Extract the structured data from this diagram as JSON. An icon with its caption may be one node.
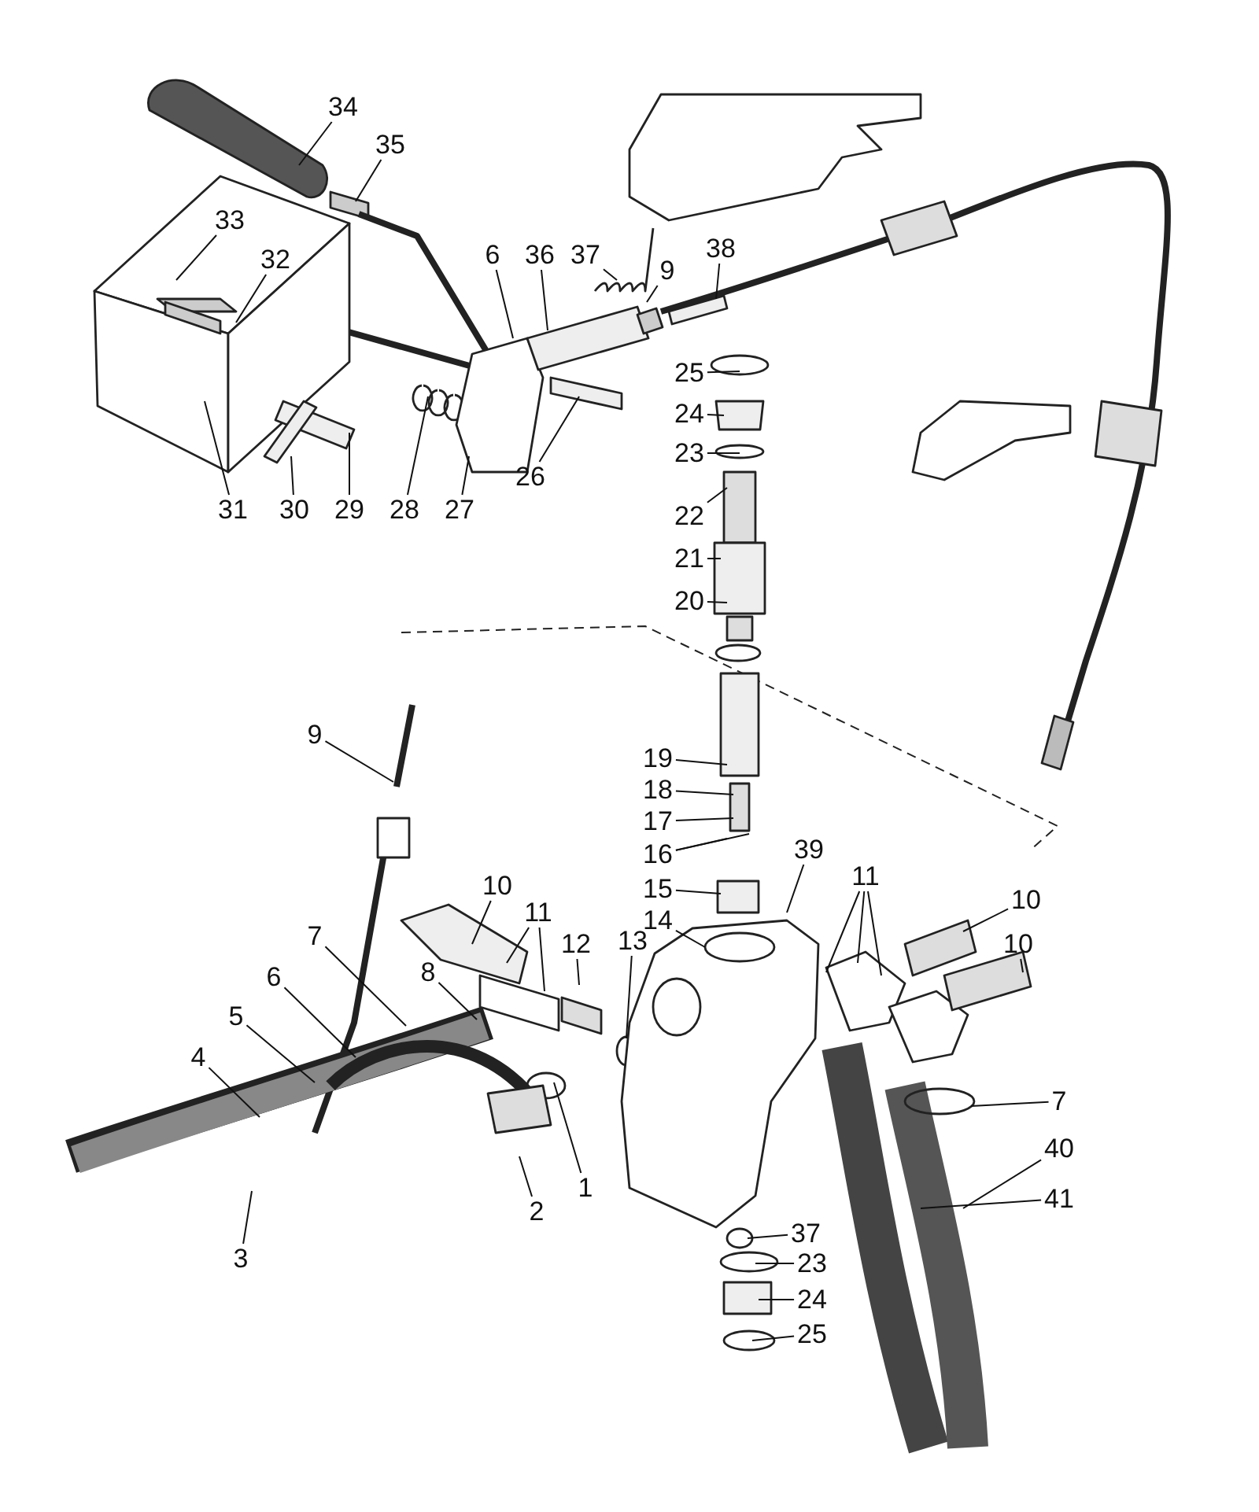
{
  "diagram": {
    "nodes": [
      {
        "text": [
          "34"
        ]
      },
      {
        "text": [
          "35"
        ]
      },
      {
        "text": [
          "33"
        ]
      },
      {
        "text": [
          "32"
        ]
      },
      {
        "text": [
          "6"
        ]
      },
      {
        "text": [
          "36"
        ]
      },
      {
        "text": [
          "37"
        ]
      },
      {
        "text": [
          "9"
        ]
      },
      {
        "text": [
          "38"
        ]
      },
      {
        "text": [
          "25"
        ]
      },
      {
        "text": [
          "24"
        ]
      },
      {
        "text": [
          "23"
        ]
      },
      {
        "text": [
          "22"
        ]
      },
      {
        "text": [
          "21"
        ]
      },
      {
        "text": [
          "20"
        ]
      },
      {
        "text": [
          "31"
        ]
      },
      {
        "text": [
          "30"
        ]
      },
      {
        "text": [
          "29"
        ]
      },
      {
        "text": [
          "28"
        ]
      },
      {
        "text": [
          "27"
        ]
      },
      {
        "text": [
          "26"
        ]
      },
      {
        "text": [
          "9"
        ]
      },
      {
        "text": [
          "19"
        ]
      },
      {
        "text": [
          "18"
        ]
      },
      {
        "text": [
          "17"
        ]
      },
      {
        "text": [
          "16"
        ]
      },
      {
        "text": [
          "15"
        ]
      },
      {
        "text": [
          "14"
        ]
      },
      {
        "text": [
          "39"
        ]
      },
      {
        "text": [
          "11"
        ]
      },
      {
        "text": [
          "10"
        ]
      },
      {
        "text": [
          "10"
        ]
      },
      {
        "text": [
          "10"
        ]
      },
      {
        "text": [
          "11"
        ]
      },
      {
        "text": [
          "12"
        ]
      },
      {
        "text": [
          "13"
        ]
      },
      {
        "text": [
          "8"
        ]
      },
      {
        "text": [
          "7"
        ]
      },
      {
        "text": [
          "6"
        ]
      },
      {
        "text": [
          "5"
        ]
      },
      {
        "text": [
          "4"
        ]
      },
      {
        "text": [
          "3"
        ]
      },
      {
        "text": [
          "2"
        ]
      },
      {
        "text": [
          "1"
        ]
      },
      {
        "text": [
          "7"
        ]
      },
      {
        "text": [
          "40"
        ]
      },
      {
        "text": [
          "41"
        ]
      },
      {
        "text": [
          "37"
        ]
      },
      {
        "text": [
          "23"
        ]
      },
      {
        "text": [
          "24"
        ]
      },
      {
        "text": [
          "25"
        ]
      }
    ],
    "edges": [
      {
        "from": 0,
        "to": null,
        "arrow": "none"
      },
      {
        "from": 1,
        "to": null,
        "arrow": "none"
      },
      {
        "from": 2,
        "to": null,
        "arrow": "none"
      },
      {
        "from": 3,
        "to": null,
        "arrow": "none"
      },
      {
        "from": 4,
        "to": null,
        "arrow": "none"
      },
      {
        "from": 5,
        "to": null,
        "arrow": "none"
      },
      {
        "from": 6,
        "to": null,
        "arrow": "none"
      },
      {
        "from": 7,
        "to": null,
        "arrow": "none"
      },
      {
        "from": 8,
        "to": null,
        "arrow": "none"
      },
      {
        "from": 9,
        "to": null,
        "arrow": "none"
      },
      {
        "from": 10,
        "to": null,
        "arrow": "none"
      },
      {
        "from": 11,
        "to": null,
        "arrow": "none"
      },
      {
        "from": 12,
        "to": null,
        "arrow": "none"
      },
      {
        "from": 13,
        "to": null,
        "arrow": "none"
      },
      {
        "from": 14,
        "to": null,
        "arrow": "none"
      },
      {
        "from": 15,
        "to": null,
        "arrow": "none"
      },
      {
        "from": 16,
        "to": null,
        "arrow": "none"
      },
      {
        "from": 17,
        "to": null,
        "arrow": "none"
      },
      {
        "from": 18,
        "to": null,
        "arrow": "none"
      },
      {
        "from": 19,
        "to": null,
        "arrow": "none"
      },
      {
        "from": 20,
        "to": null,
        "arrow": "none"
      },
      {
        "from": 21,
        "to": null,
        "arrow": "none"
      },
      {
        "from": 22,
        "to": null,
        "arrow": "none"
      },
      {
        "from": 23,
        "to": null,
        "arrow": "none"
      },
      {
        "from": 24,
        "to": null,
        "arrow": "none"
      },
      {
        "from": 25,
        "to": null,
        "arrow": "none"
      },
      {
        "from": 25,
        "to": null,
        "arrow": "none"
      },
      {
        "from": 26,
        "to": null,
        "arrow": "none"
      },
      {
        "from": 27,
        "to": null,
        "arrow": "none"
      },
      {
        "from": 28,
        "to": null,
        "arrow": "none"
      },
      {
        "from": 29,
        "to": null,
        "arrow": "none"
      },
      {
        "from": 29,
        "to": null,
        "arrow": "none"
      },
      {
        "from": 29,
        "to": null,
        "arrow": "none"
      },
      {
        "from": 30,
        "to": null,
        "arrow": "none"
      },
      {
        "from": 31,
        "to": null,
        "arrow": "none"
      },
      {
        "from": 32,
        "to": null,
        "arrow": "none"
      },
      {
        "from": 33,
        "to": null,
        "arrow": "none"
      },
      {
        "from": 33,
        "to": null,
        "arrow": "none"
      },
      {
        "from": 34,
        "to": null,
        "arrow": "none"
      },
      {
        "from": 35,
        "to": null,
        "arrow": "none"
      },
      {
        "from": 36,
        "to": null,
        "arrow": "none"
      },
      {
        "from": 37,
        "to": null,
        "arrow": "none"
      },
      {
        "from": 38,
        "to": null,
        "arrow": "none"
      },
      {
        "from": 39,
        "to": null,
        "arrow": "none"
      },
      {
        "from": 40,
        "to": null,
        "arrow": "none"
      },
      {
        "from": 41,
        "to": null,
        "arrow": "none"
      },
      {
        "from": 42,
        "to": null,
        "arrow": "none"
      },
      {
        "from": 43,
        "to": null,
        "arrow": "none"
      },
      {
        "from": 44,
        "to": null,
        "arrow": "none"
      },
      {
        "from": 45,
        "to": null,
        "arrow": "none"
      },
      {
        "from": 46,
        "to": null,
        "arrow": "none"
      },
      {
        "from": 47,
        "to": null,
        "arrow": "none"
      },
      {
        "from": 48,
        "to": null,
        "arrow": "none"
      },
      {
        "from": 49,
        "to": null,
        "arrow": "none"
      },
      {
        "from": 50,
        "to": null,
        "arrow": "none"
      }
    ]
  }
}
